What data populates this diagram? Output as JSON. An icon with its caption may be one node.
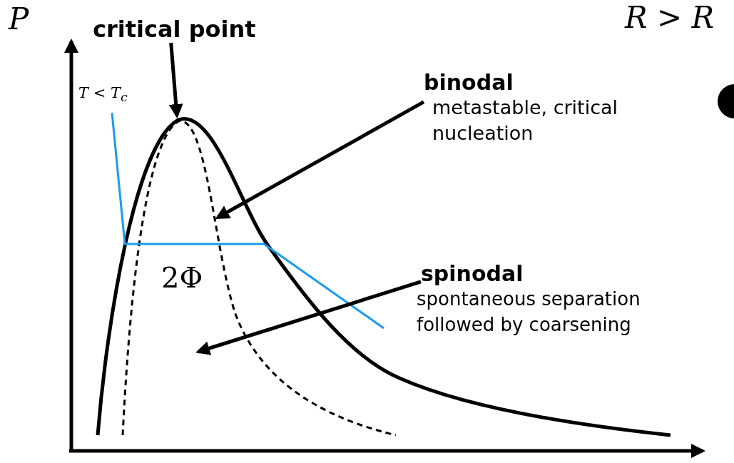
{
  "diagram": {
    "nodes": [
      {
        "text": [
          "critical point"
        ]
      },
      {
        "text": [
          "binodal",
          "metastable, critical nucleation"
        ]
      },
      {
        "text": [
          "spinodal",
          "spontaneous separation followed by coarsening"
        ]
      }
    ],
    "edges": [
      {
        "from": 0,
        "to": null,
        "arrow": "to"
      },
      {
        "from": 1,
        "to": null,
        "arrow": "to"
      },
      {
        "from": 2,
        "to": null,
        "arrow": "to"
      }
    ],
    "labels": [
      "P",
      "R > R",
      "T < T$_{c}$",
      "2Φ"
    ]
  }
}
